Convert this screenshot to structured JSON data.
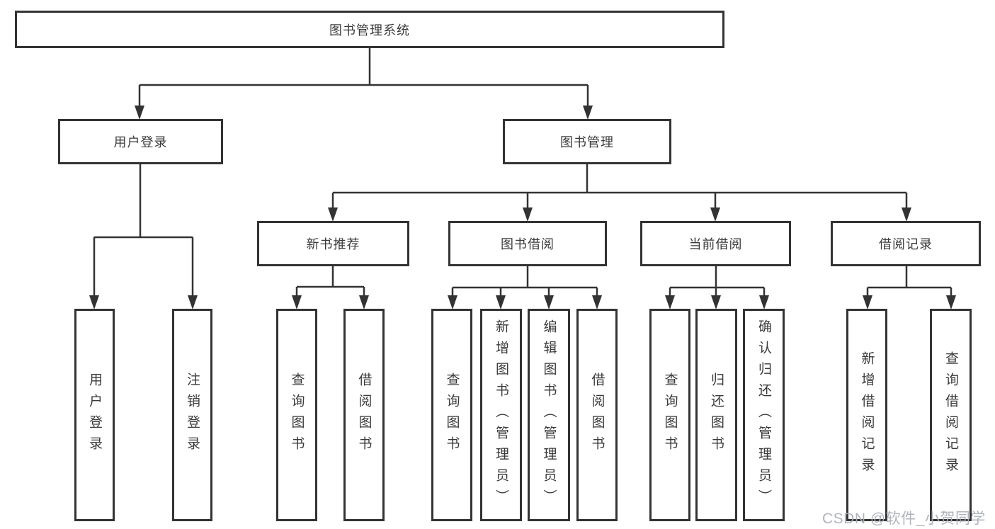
{
  "diagram": {
    "root": {
      "label": "图书管理系统"
    },
    "branches": [
      {
        "label": "用户登录",
        "children": [
          {
            "label": "用户登录"
          },
          {
            "label": "注销登录"
          }
        ]
      },
      {
        "label": "图书管理",
        "children": [
          {
            "label": "新书推荐",
            "children": [
              {
                "label": "查询图书"
              },
              {
                "label": "借阅图书"
              }
            ]
          },
          {
            "label": "图书借阅",
            "children": [
              {
                "label": "查询图书"
              },
              {
                "label": "新增图书（管理员）"
              },
              {
                "label": "编辑图书（管理员）"
              },
              {
                "label": "借阅图书"
              }
            ]
          },
          {
            "label": "当前借阅",
            "children": [
              {
                "label": "查询图书"
              },
              {
                "label": "归还图书"
              },
              {
                "label": "确认归还（管理员）"
              }
            ]
          },
          {
            "label": "借阅记录",
            "children": [
              {
                "label": "新增借阅记录"
              },
              {
                "label": "查询借阅记录"
              }
            ]
          }
        ]
      }
    ],
    "line_color": "#333333"
  },
  "watermark": {
    "text": "CSDN @软件_小贺同学",
    "color": "#abb0b8"
  }
}
